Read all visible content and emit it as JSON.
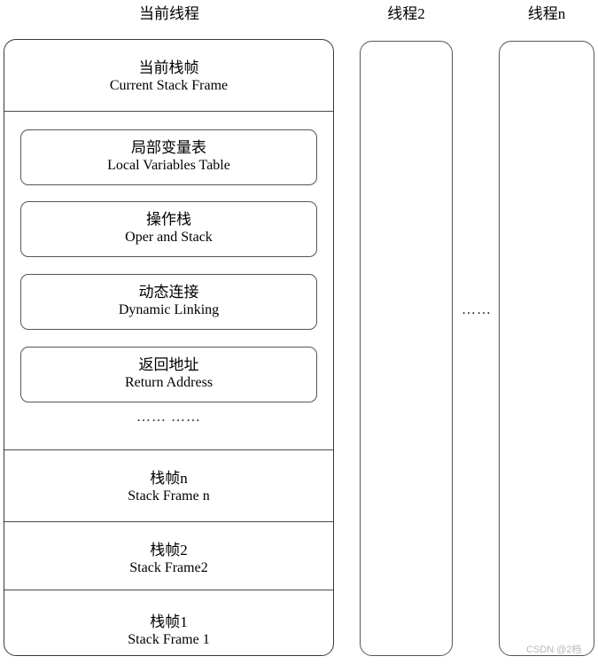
{
  "diagram": {
    "title_current_thread": "当前线程",
    "title_thread2": "线程2",
    "title_threadn": "线程n",
    "current_stack": {
      "header": {
        "zh": "当前栈帧",
        "en": "Current Stack Frame"
      },
      "frame_parts": [
        {
          "zh": "局部变量表",
          "en": "Local Variables Table"
        },
        {
          "zh": "操作栈",
          "en": "Oper and Stack"
        },
        {
          "zh": "动态连接",
          "en": "Dynamic Linking"
        },
        {
          "zh": "返回地址",
          "en": "Return Address"
        }
      ],
      "frame_parts_ellipsis": "…… ……",
      "frames": [
        {
          "zh": "栈帧n",
          "en": "Stack Frame n"
        },
        {
          "zh": "栈帧2",
          "en": "Stack Frame2"
        },
        {
          "zh": "栈帧1",
          "en": "Stack Frame 1"
        }
      ]
    },
    "threads_gap_ellipsis": "……",
    "watermark": "CSDN @2档",
    "colors": {
      "outline": "#3a3a3a",
      "inner_outline": "#555555",
      "text": "#000000",
      "watermark": "#b9b9b9",
      "background": "#ffffff"
    }
  }
}
